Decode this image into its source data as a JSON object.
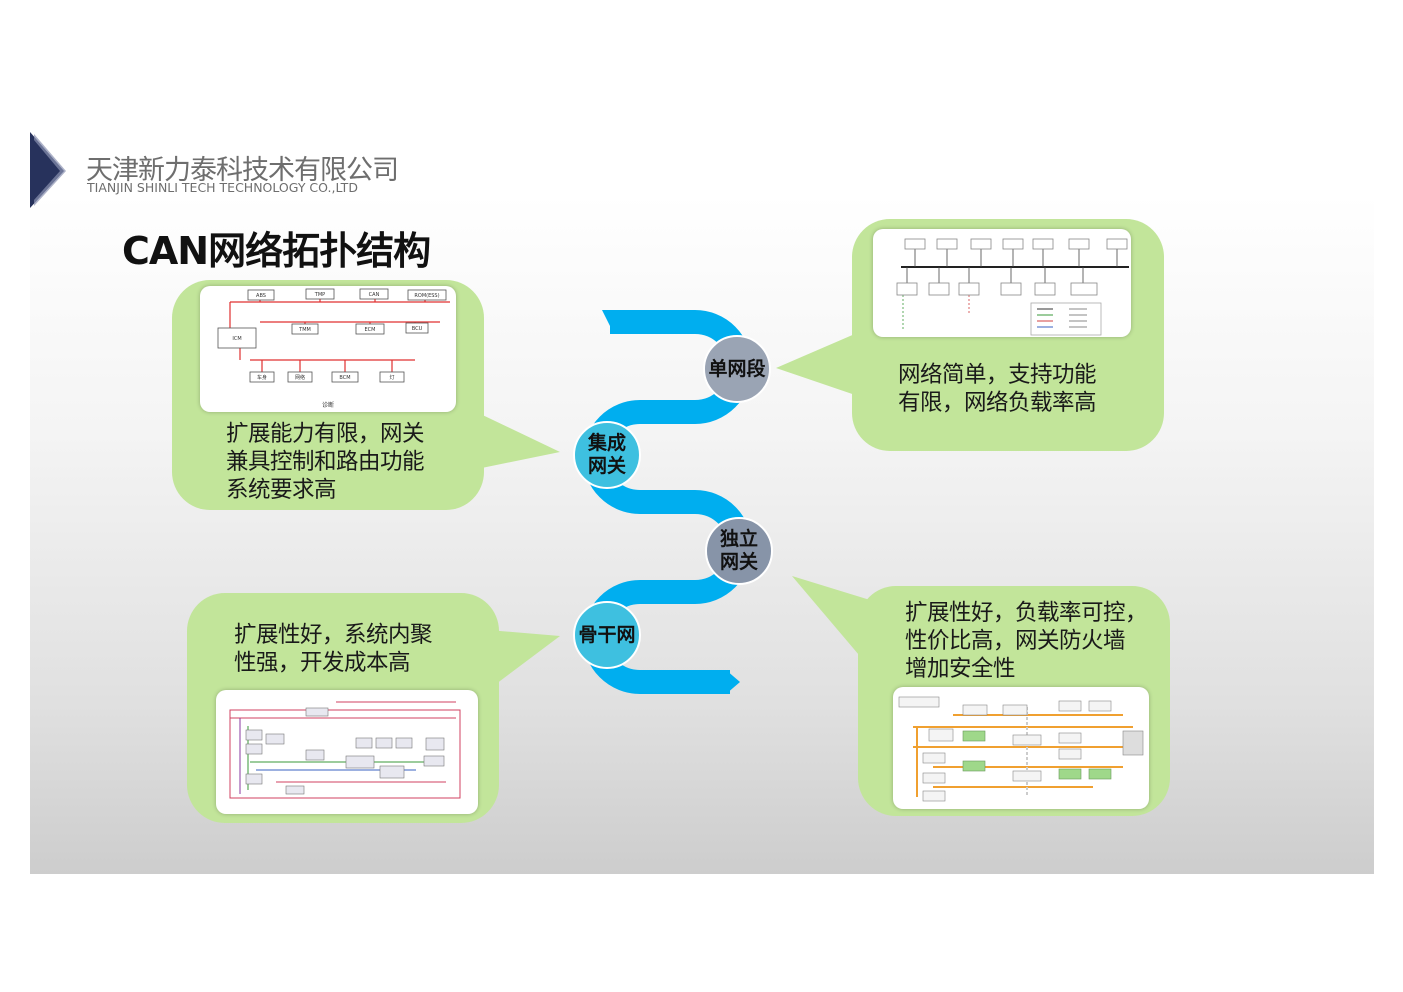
{
  "header": {
    "company_cn": "天津新力泰科技术有限公司",
    "company_en": "TIANJIN SHINLI TECH TECHNOLOGY CO.,LTD"
  },
  "title": "CAN网络拓扑结构",
  "colors": {
    "callout_green": "#c2e59a",
    "snake_blue": "#00aeef",
    "node_gray": "#9aa4b4",
    "node_cyan": "#3ec0e0",
    "node_slate": "#8794a8",
    "logo_navy": "#27325c"
  },
  "nodes": {
    "single": "单网段",
    "integrated": "集成\n网关",
    "independent": "独立\n网关",
    "backbone": "骨干网"
  },
  "callouts": {
    "single": {
      "lines": [
        "网络简单，支持功能",
        "有限，网络负载率高"
      ]
    },
    "integrated": {
      "lines": [
        "扩展能力有限，网关",
        "兼具控制和路由功能",
        "系统要求高"
      ]
    },
    "backbone": {
      "lines": [
        "扩展性好，系统内聚",
        "性强，开发成本高"
      ]
    },
    "independent": {
      "lines": [
        "扩展性好，负载率可控，",
        "性价比高，网关防火墙",
        "增加安全性"
      ]
    }
  },
  "diagram_labels": {
    "integrated_boxes": [
      "ABS",
      "TMP",
      "CAN",
      "ROM(ESS)",
      "TMM",
      "ECM",
      "BCU",
      "ICM",
      "车身",
      "网络",
      "BCM",
      "灯"
    ],
    "integrated_caption": "诊断"
  }
}
